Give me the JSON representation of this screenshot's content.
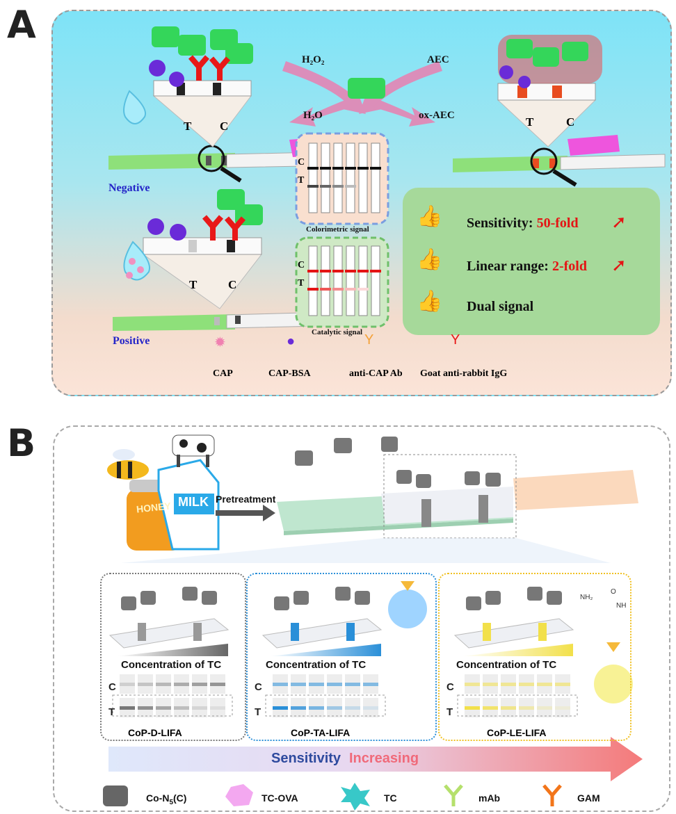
{
  "panel_a": {
    "letter": "A",
    "reaction": {
      "h2o2": "H₂O₂",
      "aec": "AEC",
      "h2o": "H₂O",
      "ox_aec": "ox-AEC"
    },
    "strip_labels": {
      "t": "T",
      "c": "C"
    },
    "negative": "Negative",
    "positive": "Positive",
    "colorimetric_caption": "Colorimetric signal",
    "catalytic_caption": "Catalytic signal",
    "advantages": [
      {
        "label": "Sensitivity: ",
        "value": "50-fold"
      },
      {
        "label": "Linear range: ",
        "value": "2-fold"
      },
      {
        "label": "Dual signal",
        "value": ""
      }
    ],
    "legend": [
      "CAP",
      "CAP-BSA",
      "anti-CAP Ab",
      "Goat anti-rabbit IgG"
    ]
  },
  "panel_b": {
    "letter": "B",
    "honey": "HONEY",
    "milk": "MILK",
    "pretreatment": "Pretreatment",
    "concentration_label": "Concentration of TC",
    "row_c": "C",
    "row_t": "T",
    "methods": [
      "CoP-D-LIFA",
      "CoP-TA-LIFA",
      "CoP-LE-LIFA"
    ],
    "sensitivity": "Sensitivity",
    "increasing": "Increasing",
    "legend": [
      "Co-N",
      "TC-OVA",
      "TC",
      "mAb",
      "GAM"
    ],
    "legend_sub": "5",
    "legend_suffix": "(C)",
    "chem_labels": {
      "nh2": "NH₂",
      "nh": "NH",
      "o": "O"
    }
  },
  "colors": {
    "accent_red": "#e41414",
    "blue_text": "#2424c8",
    "gray_band": "#777777",
    "blue_band": "#2a8fd8",
    "yellow_band": "#f2e04a"
  }
}
